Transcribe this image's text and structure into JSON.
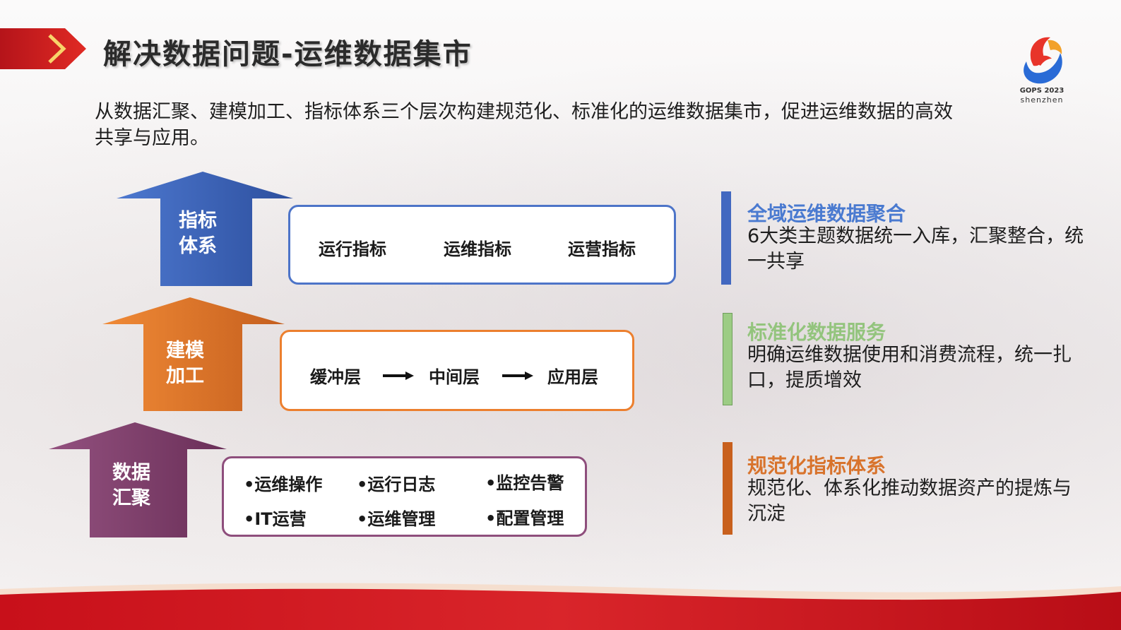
{
  "header": {
    "title": "解决数据问题-运维数据集市",
    "logo_icon": "gops-flame-logo-icon",
    "logo_event": "GOPS 2023",
    "logo_city": "shenzhen"
  },
  "intro": "从数据汇聚、建模加工、指标体系三个层次构建规范化、标准化的运维数据集市，促进运维数据的高效共享与应用。",
  "layers": {
    "indicator": {
      "label": "指标\n体系",
      "color": "#3f63b4",
      "items": [
        "运行指标",
        "运维指标",
        "运营指标"
      ]
    },
    "modeling": {
      "label": "建模\n加工",
      "color": "#d9722a",
      "items": [
        "缓冲层",
        "中间层",
        "应用层"
      ]
    },
    "aggregation": {
      "label": "数据\n汇聚",
      "color": "#7e3f6a",
      "items": [
        "•运维操作",
        "•运行日志",
        "•监控告警",
        "•IT运营",
        "•运维管理",
        "•配置管理"
      ]
    }
  },
  "side": [
    {
      "title": "全域运维数据聚合",
      "title_color": "#4a7ad0",
      "bar_color": "#4268c0",
      "desc": "6大类主题数据统一入库，汇聚整合，统一共享"
    },
    {
      "title": "标准化数据服务",
      "title_color": "#93c47d",
      "bar_color": "#9ccc84",
      "desc": "明确运维数据使用和消费流程，统一扎口，提质增效"
    },
    {
      "title": "规范化指标体系",
      "title_color": "#d8732c",
      "bar_color": "#c8601d",
      "desc": "规范化、体系化推动数据资产的提炼与沉淀"
    }
  ]
}
